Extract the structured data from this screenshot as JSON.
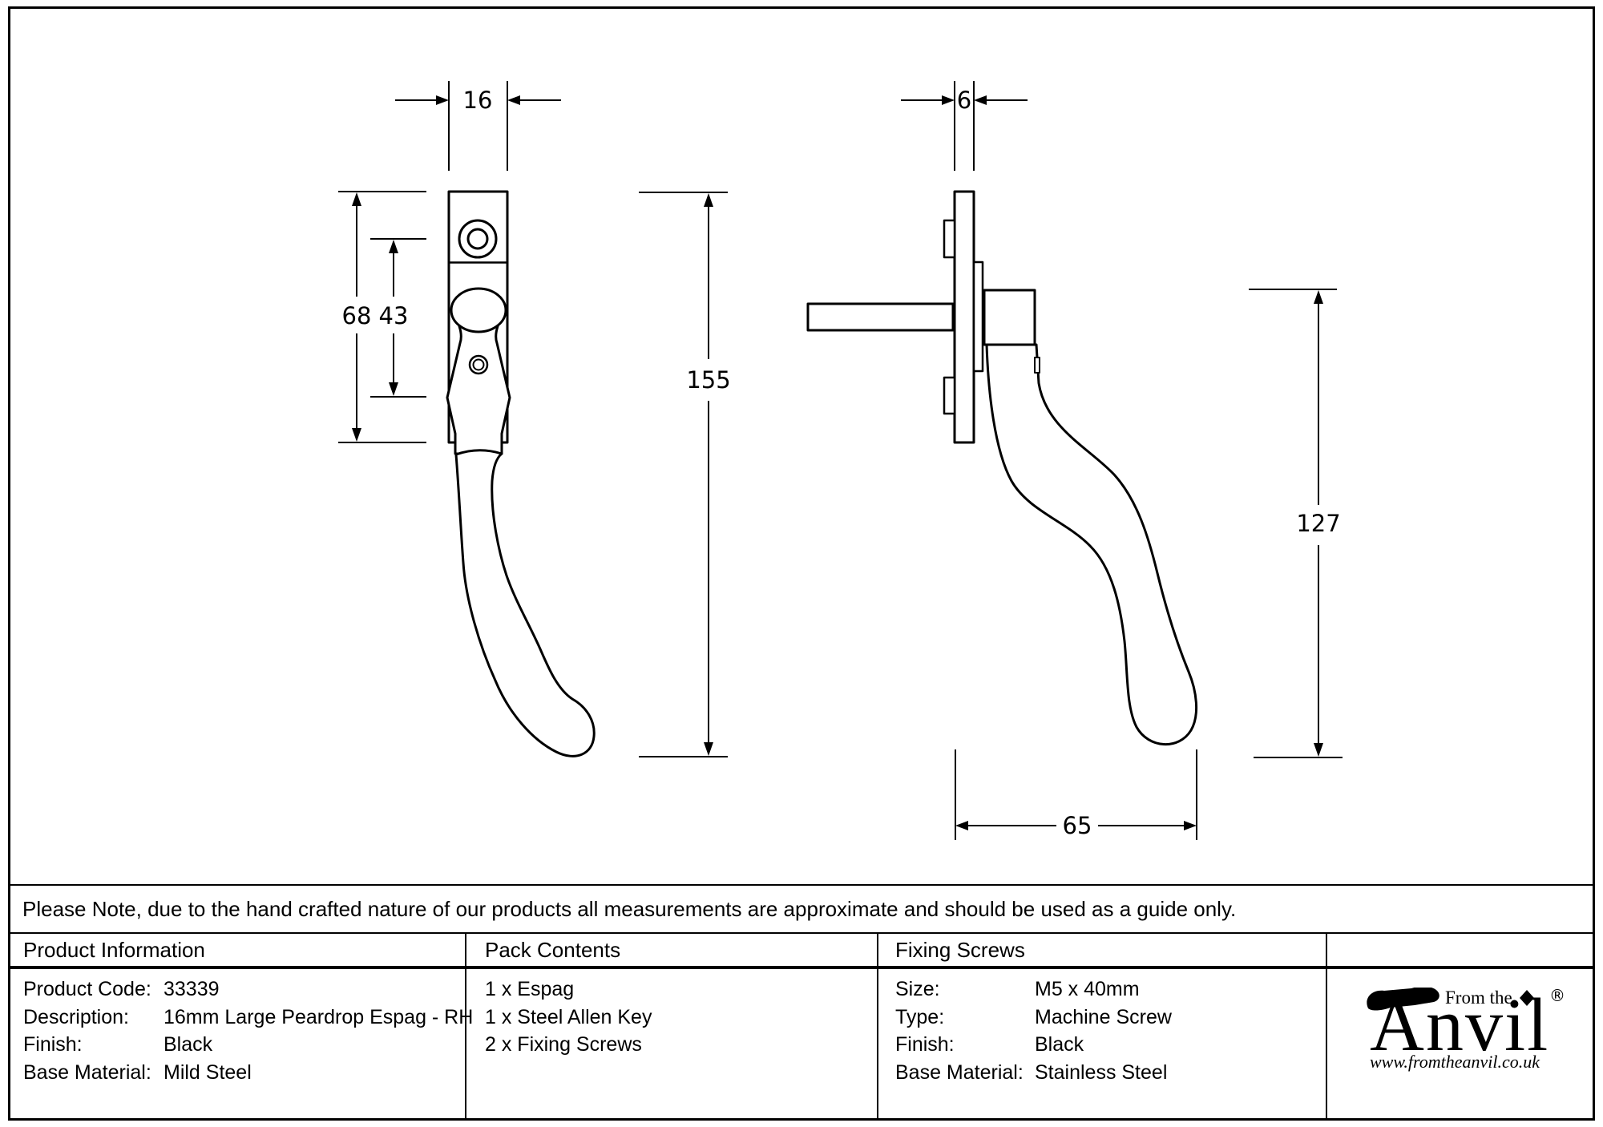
{
  "sheet": {
    "note": "Please Note, due to the hand crafted nature of our products all measurements are approximate and should be used as a guide only."
  },
  "drawing": {
    "front_view": {
      "width_mm": "16",
      "plate_height_mm": "68",
      "screw_centres_mm": "43",
      "overall_length_mm": "155"
    },
    "side_view": {
      "plate_thickness_mm": "6",
      "drop_height_mm": "127",
      "projection_mm": "65"
    }
  },
  "table": {
    "product_information": {
      "title": "Product Information",
      "rows": [
        {
          "label": "Product Code:",
          "value": "33339"
        },
        {
          "label": "Description:",
          "value": "16mm Large Peardrop Espag - RH"
        },
        {
          "label": "Finish:",
          "value": "Black"
        },
        {
          "label": "Base Material:",
          "value": "Mild Steel"
        }
      ]
    },
    "pack_contents": {
      "title": "Pack Contents",
      "items": [
        "1 x Espag",
        "1 x Steel Allen Key",
        "2 x Fixing Screws"
      ]
    },
    "fixing_screws": {
      "title": "Fixing Screws",
      "rows": [
        {
          "label": "Size:",
          "value": "M5 x 40mm"
        },
        {
          "label": "Type:",
          "value": "Machine Screw"
        },
        {
          "label": "Finish:",
          "value": "Black"
        },
        {
          "label": "Base Material:",
          "value": "Stainless Steel"
        }
      ]
    }
  },
  "logo": {
    "prefix": "From the",
    "name_initial": "A",
    "name_rest": "nvil",
    "registered": "®",
    "website": "www.fromtheanvil.co.uk"
  }
}
